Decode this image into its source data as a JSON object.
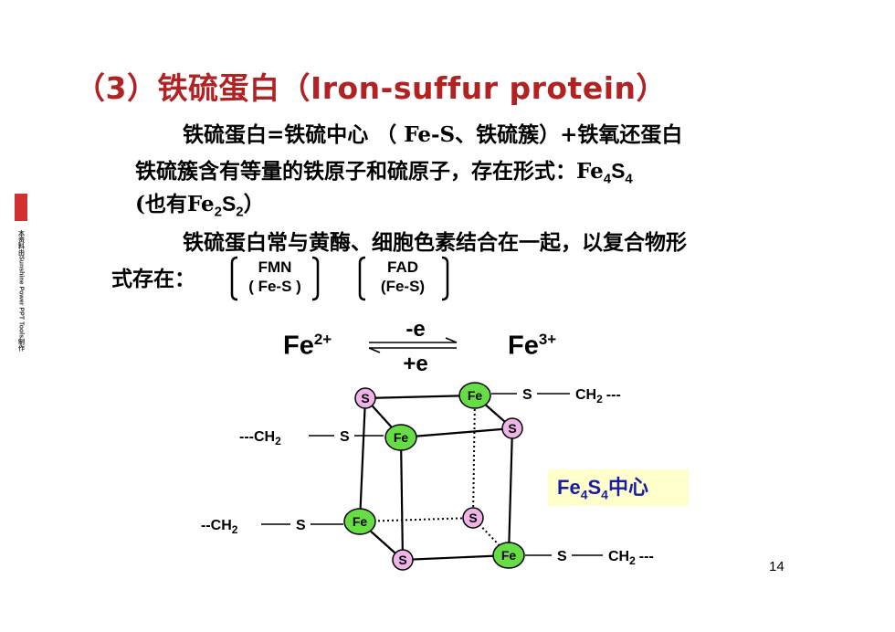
{
  "slide": {
    "title": "（3）铁硫蛋白（Iron-suffur protein）",
    "line1": "铁硫蛋白=铁硫中心 （ Fe-S、铁硫簇）+铁氧还蛋白",
    "line2_text": "铁硫簇含有等量的铁原子和硫原子，存在形式：Fe",
    "line2_sub1": "4",
    "line2_mid": "S",
    "line2_sub2": "4",
    "line3_pre": "(也有Fe",
    "line3_sub1": "2",
    "line3_mid": "S",
    "line3_sub2": "2",
    "line3_post": "）",
    "line4": "铁硫蛋白常与黄酶、细胞色素结合在一起，以复合物形",
    "line5": "式存在：",
    "complex1_top": "FMN",
    "complex1_bottom": "( Fe-S )",
    "complex2_top": "FAD",
    "complex2_bottom": "(Fe-S)",
    "page_number": "14"
  },
  "reaction": {
    "left": "Fe",
    "left_charge": "2+",
    "right": "Fe",
    "right_charge": "3+",
    "forward": "-e",
    "backward": "+e"
  },
  "cluster": {
    "fe_label": "Fe",
    "s_label": "S",
    "s_ligand": "S",
    "ch2": "CH",
    "ch2_sub": "2",
    "dashes3": "---",
    "dashes2": "--",
    "center_label_fe": "Fe",
    "center_sub1": "4",
    "center_s": "S",
    "center_sub2": "4",
    "center_suffix": "中心",
    "fe_color": "#66dd44",
    "s_color": "#f0b3e8"
  },
  "watermark": {
    "text": "本资料由Sunshine Power PPT Tools制作"
  }
}
